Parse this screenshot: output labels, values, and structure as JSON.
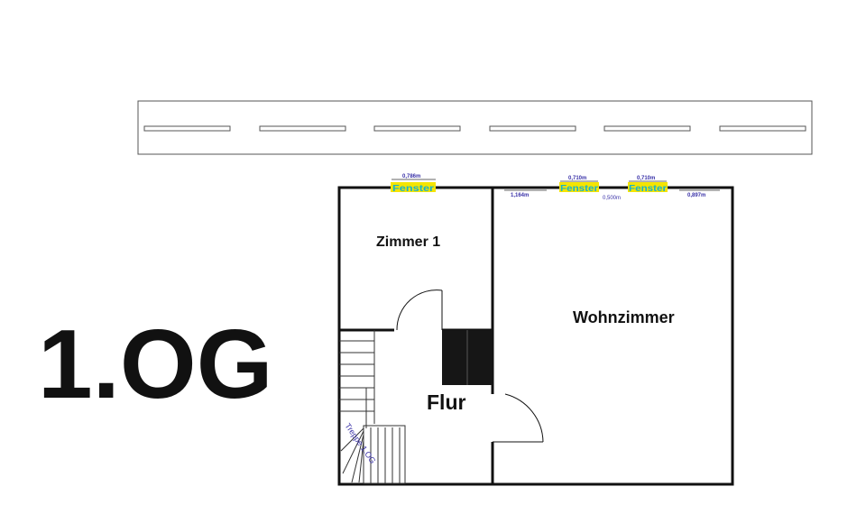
{
  "floor_label": "1.OG",
  "rooms": {
    "zimmer1": "Zimmer 1",
    "wohnzimmer": "Wohnzimmer",
    "flur": "Flur"
  },
  "stairs_label": "Treppe 1.OG",
  "windows": [
    {
      "label": "Fenster",
      "width": "0,786m"
    },
    {
      "label": "Fenster",
      "width": "0,710m"
    },
    {
      "label": "Fenster",
      "width": "0,710m"
    }
  ],
  "dimensions": {
    "left_offset": "1,164m",
    "between": "0,500m",
    "right_offset": "0,897m"
  },
  "colors": {
    "window_fill": "#f5e400",
    "window_text": "#19b3c8",
    "dimension_text": "#3a32a8",
    "wall": "#111111"
  }
}
